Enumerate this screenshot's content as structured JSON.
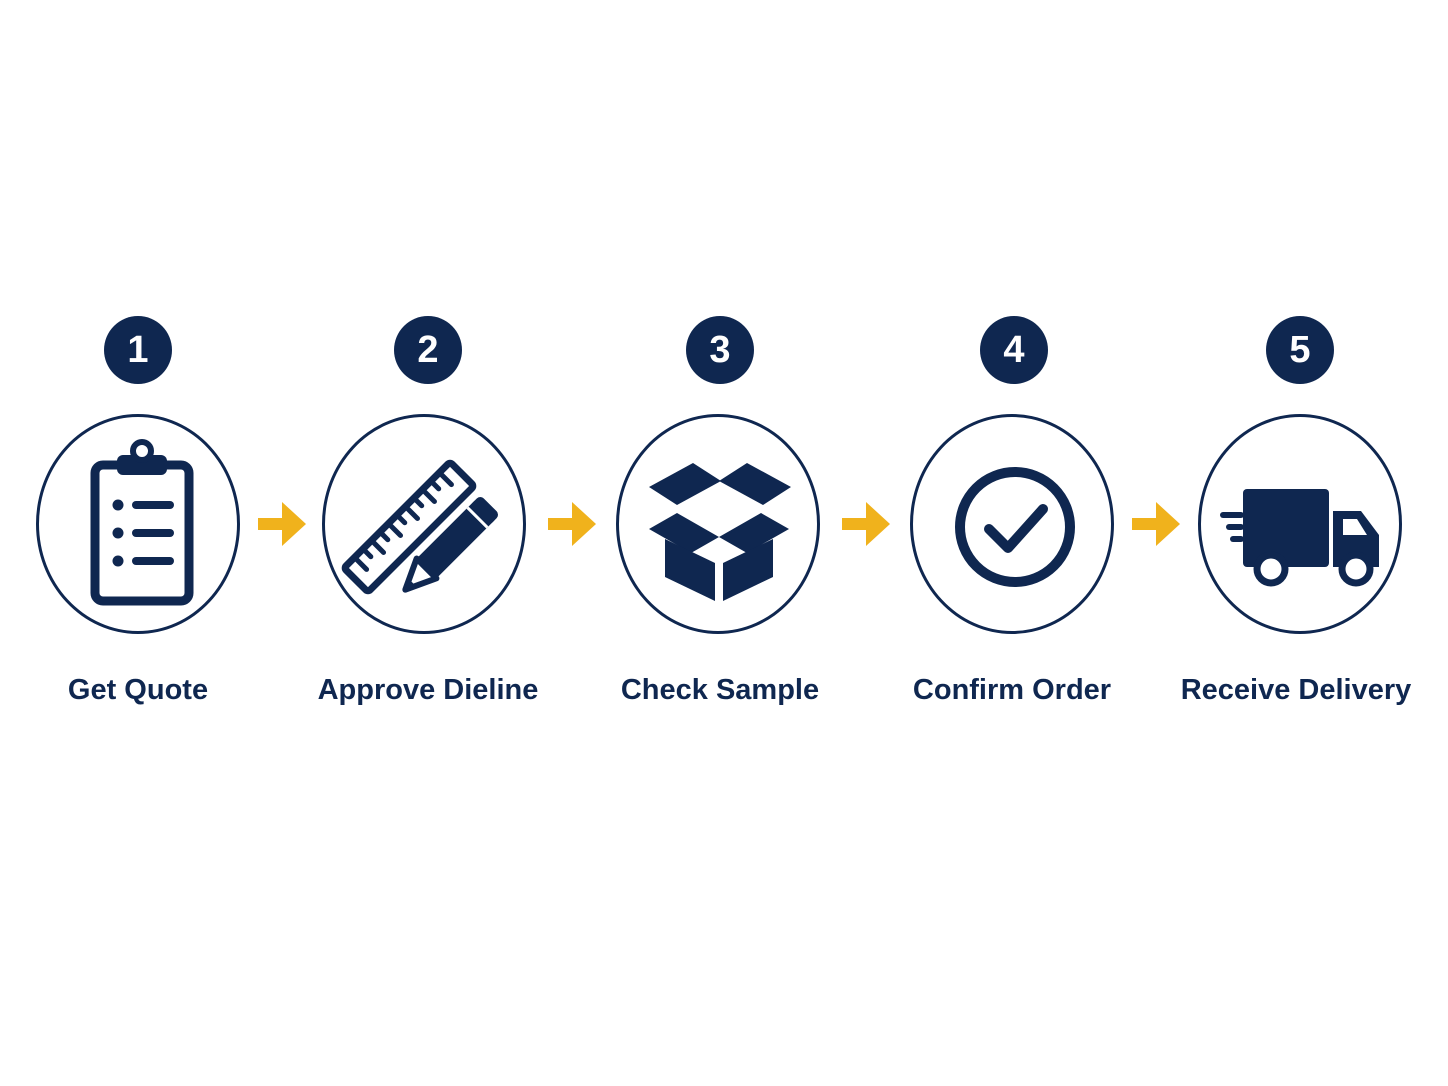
{
  "colors": {
    "primary": "#0f2750",
    "accent": "#f0b21c",
    "background": "#ffffff"
  },
  "steps": [
    {
      "number": "1",
      "label": "Get Quote",
      "icon": "clipboard-checklist-icon"
    },
    {
      "number": "2",
      "label": "Approve Dieline",
      "icon": "ruler-pencil-icon"
    },
    {
      "number": "3",
      "label": "Check Sample",
      "icon": "open-box-icon"
    },
    {
      "number": "4",
      "label": "Confirm Order",
      "icon": "checkmark-circle-icon"
    },
    {
      "number": "5",
      "label": "Receive Delivery",
      "icon": "delivery-truck-icon"
    }
  ],
  "connectors": [
    {
      "icon": "arrow-right-icon"
    },
    {
      "icon": "arrow-right-icon"
    },
    {
      "icon": "arrow-right-icon"
    },
    {
      "icon": "arrow-right-icon"
    }
  ]
}
